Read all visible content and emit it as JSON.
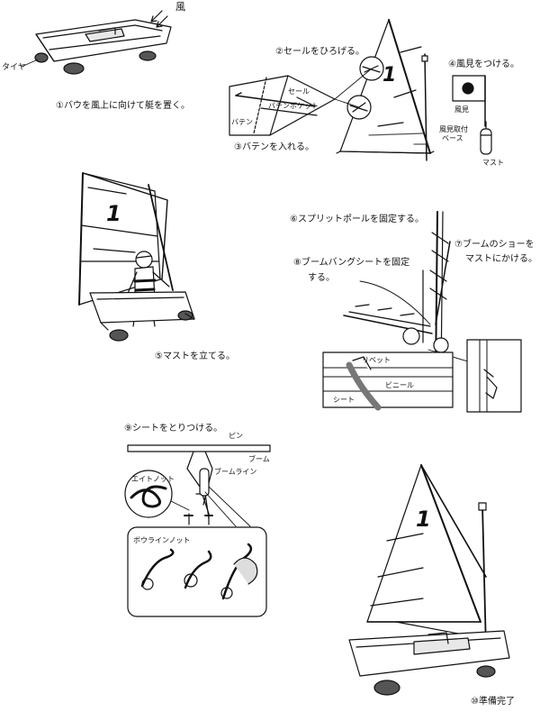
{
  "step1": {
    "caption": "①バウを風上に向けて艇を置く。",
    "wind": "風",
    "tire": "タイヤ"
  },
  "step2": {
    "caption": "②セールをひろげる。",
    "sail_number": "1"
  },
  "step3": {
    "caption": "③バテンを入れる。",
    "sail": "セール",
    "pocket": "バテンポケット",
    "batten": "バテン"
  },
  "step4": {
    "caption": "④風見をつける。",
    "vane": "風見",
    "mount_line1": "風見取付",
    "mount_line2": "ベース",
    "mast": "マスト"
  },
  "step5": {
    "caption": "⑤マストを立てる。",
    "sail_number": "1"
  },
  "step6": {
    "caption": "⑥スプリットポールを固定する。"
  },
  "step7": {
    "caption_line1": "⑦ブームのショーを",
    "caption_line2": "マストにかける。"
  },
  "step8": {
    "caption_line1": "⑧ブームバングシートを固定",
    "caption_line2": "する。",
    "rivet": "リベット",
    "vinyl": "ビニール",
    "sheet": "シート"
  },
  "step9": {
    "caption": "⑨シートをとりつける。",
    "pin": "ピン",
    "boom": "ブーム",
    "boomline": "ブームライン",
    "figure8": "エイトノット",
    "bowline": "ボウラインノット"
  },
  "step10": {
    "caption": "⑩準備完了",
    "sail_number": "1"
  }
}
